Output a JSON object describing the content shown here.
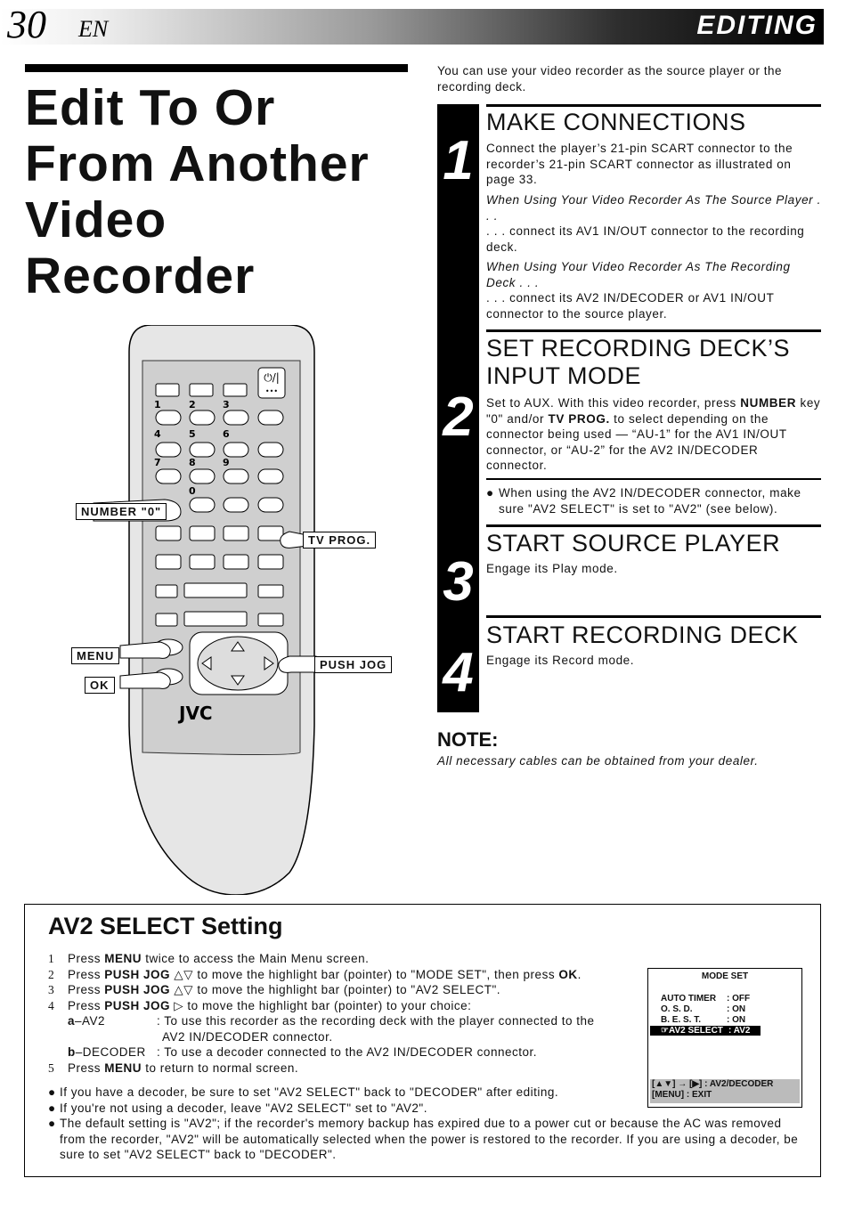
{
  "header": {
    "page_number": "30",
    "lang": "EN",
    "section": "EDITING"
  },
  "title": {
    "line1": "Edit To Or",
    "line2": "From Another",
    "line3": "Video",
    "line4": "Recorder"
  },
  "remote": {
    "callouts": {
      "number0": "NUMBER \"0\"",
      "tvprog": "TV PROG.",
      "menu": "MENU",
      "ok": "OK",
      "pushjog": "PUSH JOG"
    },
    "brand": "JVC",
    "keys": [
      "1",
      "2",
      "3",
      "4",
      "5",
      "6",
      "7",
      "8",
      "9",
      "0"
    ]
  },
  "intro": "You can use your video recorder as the source player or the recording deck.",
  "steps": [
    {
      "num": "1",
      "head": "MAKE CONNECTIONS",
      "p1": "Connect the player’s 21-pin SCART connector to the recorder’s 21-pin SCART connector as illustrated on page 33.",
      "p2": "When Using Your Video Recorder As The Source Player . . .",
      "p3": ". . . connect its AV1 IN/OUT connector to the recording deck.",
      "p4": "When Using Your Video Recorder As The Recording Deck . . .",
      "p5": ". . . connect its AV2 IN/DECODER or AV1 IN/OUT connector to the source player."
    },
    {
      "num": "2",
      "head1": "SET RECORDING DECK’S",
      "head2": "INPUT MODE",
      "p1a": "Set to AUX. With this video recorder, press ",
      "p1b": "NUMBER",
      "p1c": " key \"0\" and/or ",
      "p1d": "TV PROG.",
      "p1e": " to select depending on the connector being used — “AU-1” for the AV1 IN/OUT connector, or “AU-2” for the AV2 IN/DECODER connector.",
      "bullet": "When using the AV2 IN/DECODER connector, make sure \"AV2 SELECT\" is set to \"AV2\" (see below)."
    },
    {
      "num": "3",
      "head": "START SOURCE PLAYER",
      "p1": "Engage its Play mode."
    },
    {
      "num": "4",
      "head": "START RECORDING DECK",
      "p1": "Engage its Record mode."
    }
  ],
  "note": {
    "head": "NOTE:",
    "text": "All necessary cables can be obtained from your dealer."
  },
  "av2": {
    "title": "AV2 SELECT Setting",
    "s1": {
      "n": "1",
      "a": "Press ",
      "b": "MENU",
      "c": " twice to access the Main Menu screen."
    },
    "s2": {
      "n": "2",
      "a": "Press ",
      "b": "PUSH JOG",
      "c": " △▽ to move the highlight bar (pointer) to \"MODE SET\", then press ",
      "d": "OK",
      "e": "."
    },
    "s3": {
      "n": "3",
      "a": "Press ",
      "b": "PUSH JOG",
      "c": " △▽ to move the highlight bar (pointer) to \"AV2 SELECT\"."
    },
    "s4": {
      "n": "4",
      "a": "Press ",
      "b": "PUSH JOG",
      "c": " ▷ to move the highlight bar (pointer) to your choice:"
    },
    "opt_a": {
      "key": "a",
      "name": "–AV2",
      "desc": ": To use this recorder as the recording deck with the player connected to the",
      "desc2": "AV2 IN/DECODER connector."
    },
    "opt_b": {
      "key": "b",
      "name": "–DECODER",
      "desc": ": To use a decoder connected to the AV2 IN/DECODER connector."
    },
    "s5": {
      "n": "5",
      "a": "Press ",
      "b": "MENU",
      "c": " to return to normal screen."
    },
    "bullets": [
      "If you have a decoder, be sure to set \"AV2 SELECT\" back to \"DECODER\" after editing.",
      "If you're not using a decoder, leave \"AV2 SELECT\" set to \"AV2\".",
      "The default setting is \"AV2\"; if the recorder's memory backup has expired due to a power cut or because the AC was removed from the recorder, \"AV2\" will be automatically selected when the power is restored to the recorder. If you are using a decoder, be sure to set \"AV2 SELECT\" back to \"DECODER\"."
    ],
    "menu": {
      "title": "MODE SET",
      "rows": [
        {
          "k": "AUTO TIMER",
          "v": ": OFF"
        },
        {
          "k": "O. S. D.",
          "v": ": ON"
        },
        {
          "k": "B. E. S. T.",
          "v": ": ON"
        },
        {
          "k": "AV2 SELECT",
          "v": ": AV2"
        }
      ],
      "foot1": "[▲▼] → [▶] : AV2/DECODER",
      "foot2": "[MENU] : EXIT"
    }
  }
}
